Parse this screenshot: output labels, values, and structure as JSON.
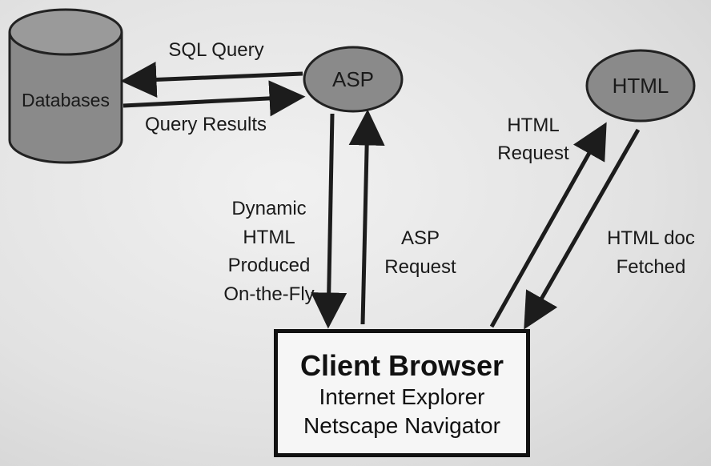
{
  "nodes": {
    "databases": "Databases",
    "asp": "ASP",
    "html": "HTML"
  },
  "edges": {
    "sql_query": "SQL Query",
    "query_results": "Query Results",
    "dynamic_html": [
      "Dynamic",
      "HTML",
      "Produced",
      "On-the-Fly"
    ],
    "asp_request": [
      "ASP",
      "Request"
    ],
    "html_request": [
      "HTML",
      "Request"
    ],
    "html_doc_fetched": [
      "HTML doc",
      "Fetched"
    ]
  },
  "browser": {
    "title": "Client Browser",
    "line1": "Internet Explorer",
    "line2": "Netscape Navigator"
  },
  "colors": {
    "node_fill": "#8a8a8a",
    "stroke": "#222222"
  }
}
